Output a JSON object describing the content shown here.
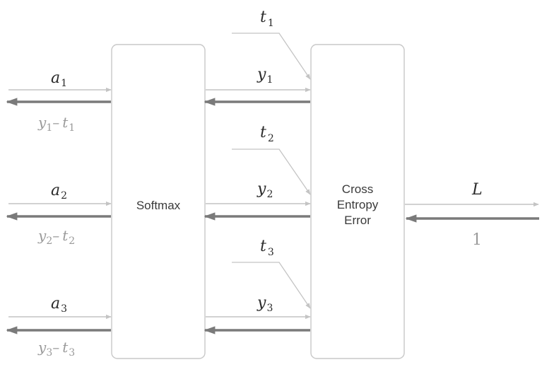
{
  "softmax": {
    "label": "Softmax"
  },
  "cee": {
    "lines": [
      "Cross",
      "Entropy",
      "Error"
    ]
  },
  "inputs": [
    {
      "var": "a",
      "sub": "1"
    },
    {
      "var": "a",
      "sub": "2"
    },
    {
      "var": "a",
      "sub": "3"
    }
  ],
  "grads": [
    {
      "y": "y",
      "ysub": "1",
      "minus": "–",
      "t": "t",
      "tsub": "1"
    },
    {
      "y": "y",
      "ysub": "2",
      "minus": "–",
      "t": "t",
      "tsub": "2"
    },
    {
      "y": "y",
      "ysub": "3",
      "minus": "–",
      "t": "t",
      "tsub": "3"
    }
  ],
  "outputs": [
    {
      "var": "y",
      "sub": "1"
    },
    {
      "var": "y",
      "sub": "2"
    },
    {
      "var": "y",
      "sub": "3"
    }
  ],
  "targets": [
    {
      "var": "t",
      "sub": "1"
    },
    {
      "var": "t",
      "sub": "2"
    },
    {
      "var": "t",
      "sub": "3"
    }
  ],
  "loss": {
    "var": "L",
    "grad": "1"
  }
}
